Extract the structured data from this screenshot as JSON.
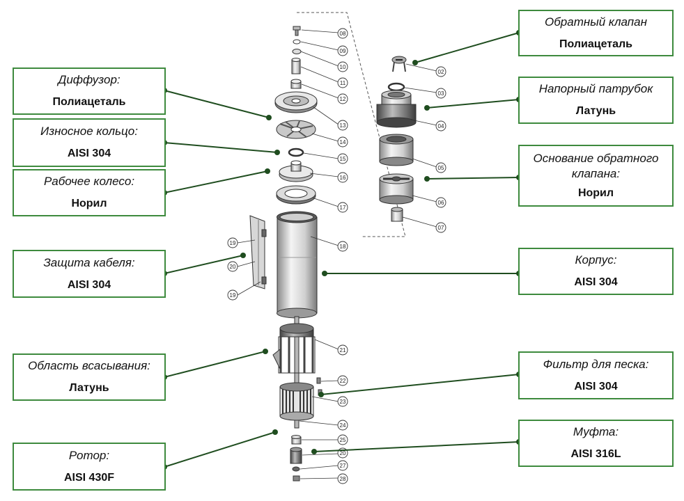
{
  "colors": {
    "frame": "#3d8a3d",
    "leader": "#1f4d1f",
    "dot": "#1f4d1f",
    "parts": "#555555"
  },
  "callouts": [
    {
      "id": "check-valve",
      "title": "Обратный  клапан",
      "material": "Полиацеталь"
    },
    {
      "id": "diffuser",
      "title": "Диффузор:",
      "material": "Полиацеталь"
    },
    {
      "id": "outlet-pipe",
      "title": "Напорный патрубок",
      "material": "Латунь"
    },
    {
      "id": "wear-ring",
      "title": "Износное кольцо:",
      "material": "AISI 304"
    },
    {
      "id": "valve-base",
      "title": "Основание обратного клапана:",
      "material": "Норил"
    },
    {
      "id": "impeller",
      "title": "Рабочее колесо:",
      "material": "Норил"
    },
    {
      "id": "cable-guard",
      "title": "Защита кабеля:",
      "material": "AISI 304"
    },
    {
      "id": "housing",
      "title": "Корпус:",
      "material": "AISI 304"
    },
    {
      "id": "intake",
      "title": "Область всасывания:",
      "material": "Латунь"
    },
    {
      "id": "sand-filter",
      "title": "Фильтр для песка:",
      "material": "AISI 304"
    },
    {
      "id": "coupling",
      "title": "Муфта:",
      "material": "AISI 316L"
    },
    {
      "id": "rotor",
      "title": "Ротор:",
      "material": "AISI 430F"
    }
  ],
  "part_numbers": {
    "n02": "02",
    "n03": "03",
    "n04": "04",
    "n05": "05",
    "n06": "06",
    "n07": "07",
    "n08": "08",
    "n09": "09",
    "n10": "10",
    "n11": "11",
    "n12": "12",
    "n13": "13",
    "n14": "14",
    "n15": "15",
    "n16": "16",
    "n17": "17",
    "n18": "18",
    "n19a": "19",
    "n19b": "19",
    "n20a": "20",
    "n21": "21",
    "n22": "22",
    "n23": "23",
    "n24": "24",
    "n25": "25",
    "n20b": "20",
    "n27": "27",
    "n28": "28"
  }
}
